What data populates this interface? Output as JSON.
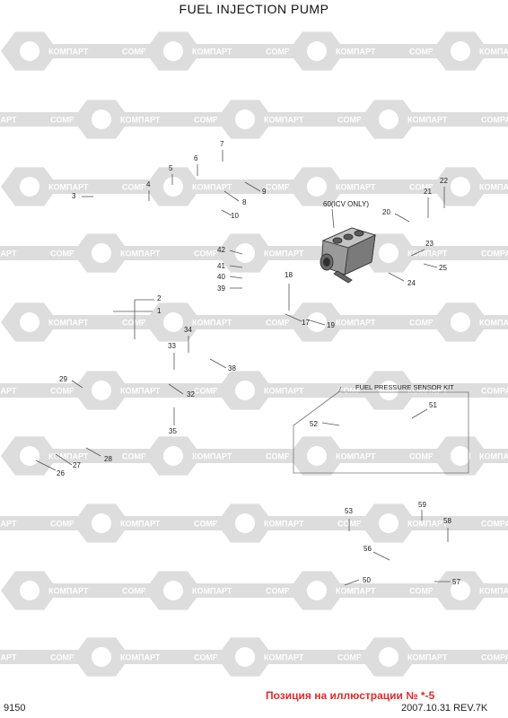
{
  "title": "FUEL INJECTION PUMP",
  "page_number": "9150",
  "date_rev": "2007.10.31  REV.7K",
  "note": "Позиция на иллюстрации № *-5",
  "kit_title": "FUEL PRESSURE SENSOR KIT",
  "watermark": {
    "logo_left": "КОМПАРТ",
    "logo_right": "COMPART"
  },
  "colors": {
    "watermark": "#dddddd",
    "note": "#e02b2b",
    "lines": "#555555",
    "part": "#444444"
  },
  "icons": {
    "pump": "fuel-injection-pump-illustration"
  },
  "labels": {
    "l1": "1",
    "l2": "2",
    "l3": "3",
    "l4": "4",
    "l5": "5",
    "l6": "6",
    "l7": "7",
    "l8": "8",
    "l9": "9",
    "l10": "10",
    "l17": "17",
    "l18": "18",
    "l19": "19",
    "l20": "20",
    "l21": "21",
    "l22": "22",
    "l23": "23",
    "l24": "24",
    "l25": "25",
    "l26": "26",
    "l27": "27",
    "l28": "28",
    "l29": "29",
    "l32": "32",
    "l33": "33",
    "l34": "34",
    "l35": "35",
    "l38": "38",
    "l39": "39",
    "l40": "40",
    "l41": "41",
    "l42": "42",
    "l50": "50",
    "l51": "51",
    "l52": "52",
    "l53": "53",
    "l56": "56",
    "l57": "57",
    "l58": "58",
    "l59": "59",
    "l60": "60(ICV ONLY)"
  }
}
